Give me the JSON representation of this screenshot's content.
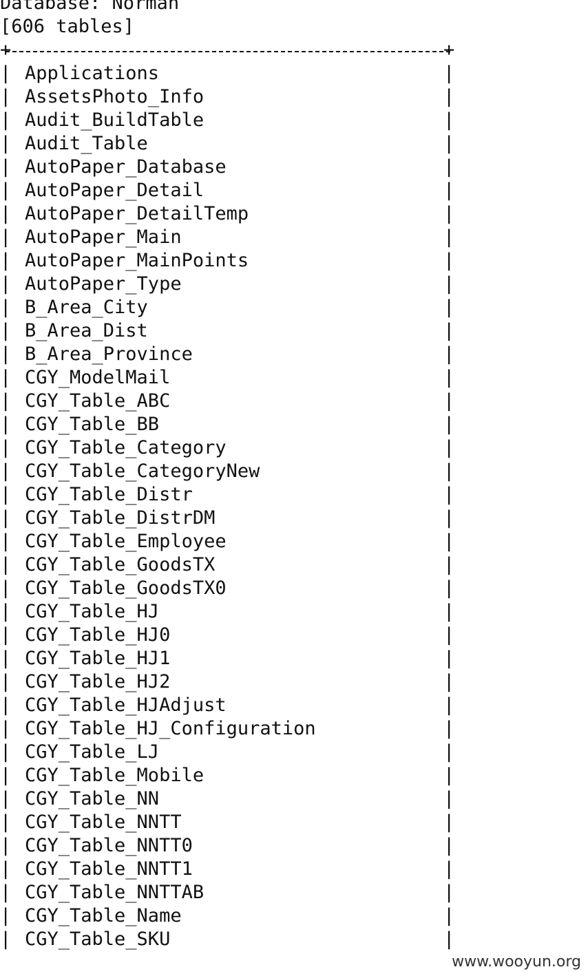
{
  "header": {
    "database_line": "Database: Norman",
    "count_line": "[606 tables]"
  },
  "table_border": {
    "plus": "+"
  },
  "table_pipe": "|",
  "tables": [
    "Applications",
    "AssetsPhoto_Info",
    "Audit_BuildTable",
    "Audit_Table",
    "AutoPaper_Database",
    "AutoPaper_Detail",
    "AutoPaper_DetailTemp",
    "AutoPaper_Main",
    "AutoPaper_MainPoints",
    "AutoPaper_Type",
    "B_Area_City",
    "B_Area_Dist",
    "B_Area_Province",
    "CGY_ModelMail",
    "CGY_Table_ABC",
    "CGY_Table_BB",
    "CGY_Table_Category",
    "CGY_Table_CategoryNew",
    "CGY_Table_Distr",
    "CGY_Table_DistrDM",
    "CGY_Table_Employee",
    "CGY_Table_GoodsTX",
    "CGY_Table_GoodsTX0",
    "CGY_Table_HJ",
    "CGY_Table_HJ0",
    "CGY_Table_HJ1",
    "CGY_Table_HJ2",
    "CGY_Table_HJAdjust",
    "CGY_Table_HJ_Configuration",
    "CGY_Table_LJ",
    "CGY_Table_Mobile",
    "CGY_Table_NN",
    "CGY_Table_NNTT",
    "CGY_Table_NNTT0",
    "CGY_Table_NNTT1",
    "CGY_Table_NNTTAB",
    "CGY_Table_Name",
    "CGY_Table_SKU"
  ],
  "watermark": "www.wooyun.org"
}
